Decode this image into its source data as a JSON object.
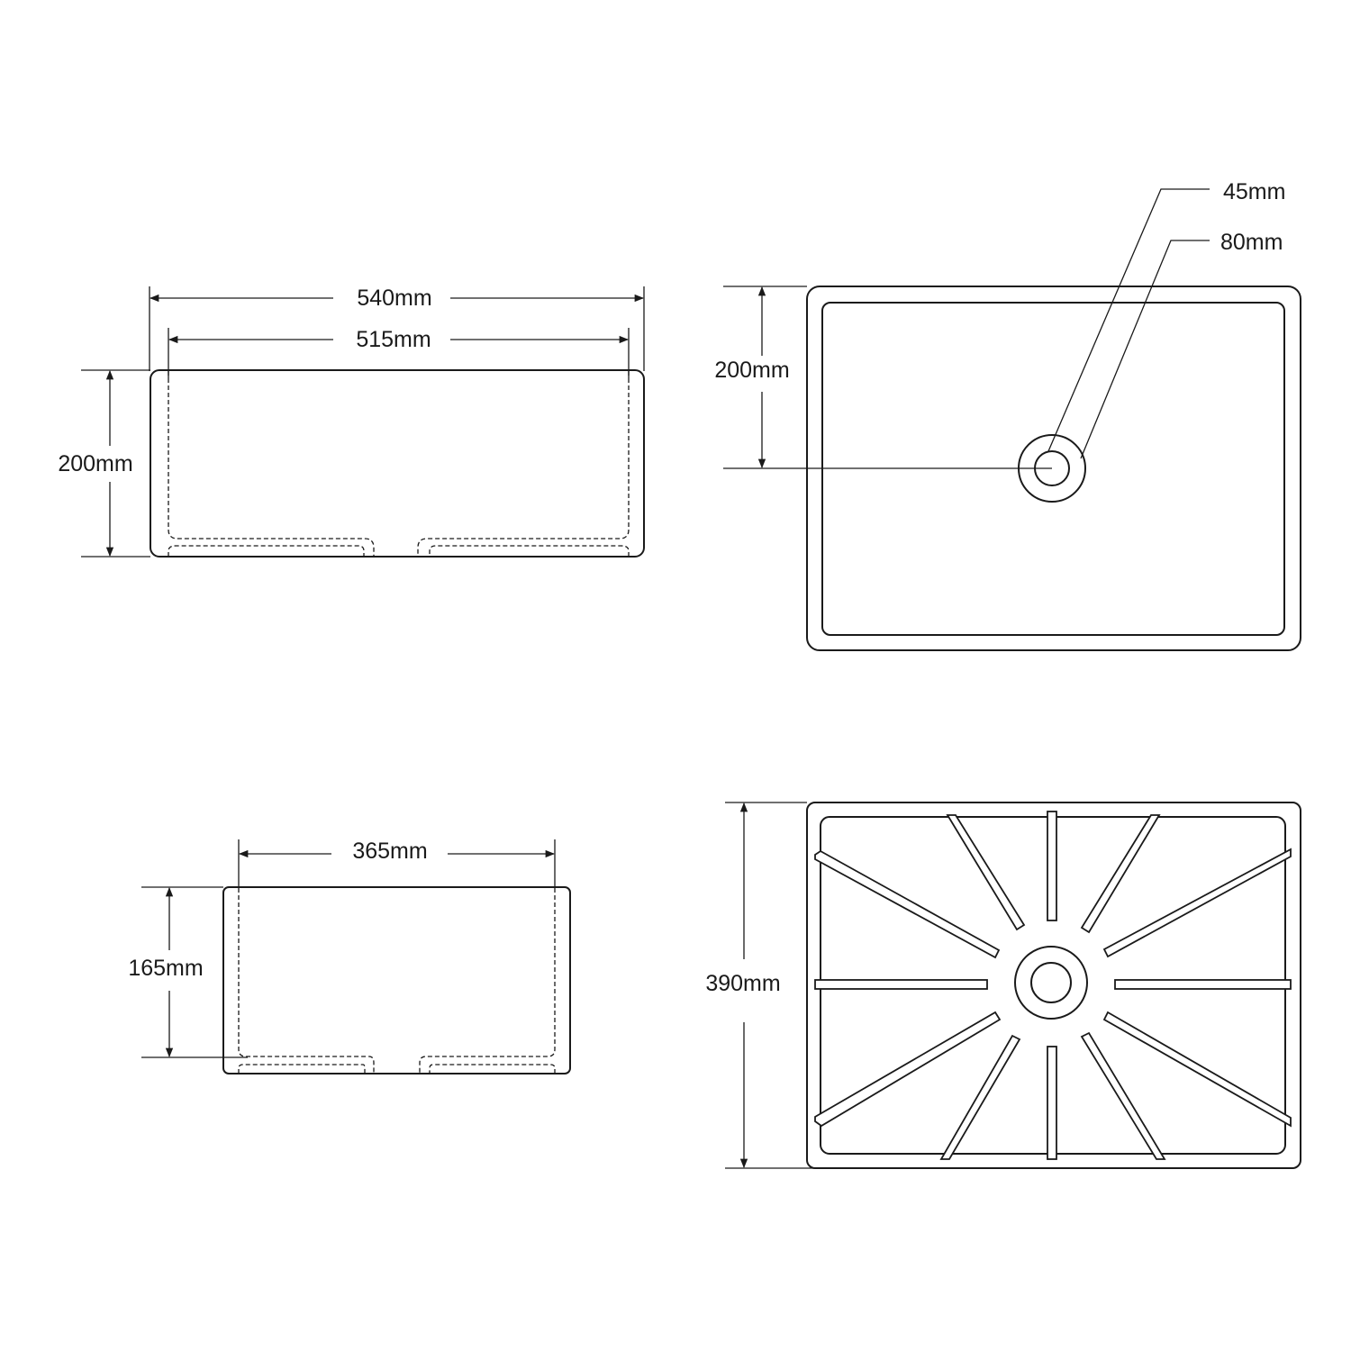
{
  "front_view": {
    "outer_width": "540mm",
    "inner_width": "515mm",
    "height": "200mm"
  },
  "top_view": {
    "waste_depth": "200mm",
    "waste_inner_diameter": "45mm",
    "waste_outer_diameter": "80mm"
  },
  "side_view": {
    "inner_width": "365mm",
    "height": "165mm"
  },
  "bottom_view": {
    "depth": "390mm"
  },
  "colors": {
    "line": "#1a1a1a",
    "background": "#ffffff"
  }
}
